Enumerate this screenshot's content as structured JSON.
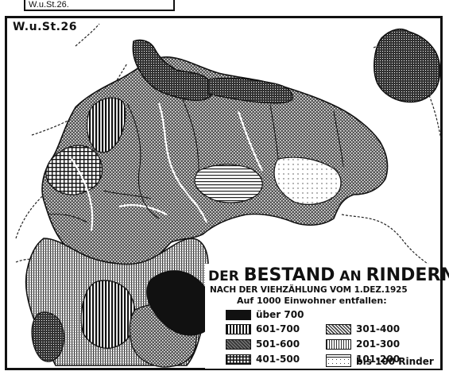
{
  "header": {
    "clipped_label": "W.u.St.26.",
    "sheet_label": "W.u.St.26"
  },
  "legend": {
    "title_part1": "DER ",
    "title_part2": "BESTAND",
    "title_part3": " AN ",
    "title_part4": "RINDERN",
    "subtitle": "NACH DER VIEHZÄHLUNG VOM 1.DEZ.1925",
    "unit_line": "Auf 1000 Einwohner entfallen:",
    "items": [
      {
        "label": "über 700",
        "pattern": "solid"
      },
      {
        "label": "601-700",
        "pattern": "vlines"
      },
      {
        "label": "501-600",
        "pattern": "dense"
      },
      {
        "label": "401-500",
        "pattern": "grid"
      },
      {
        "label": "301-400",
        "pattern": "cross"
      },
      {
        "label": "201-300",
        "pattern": "vfine"
      },
      {
        "label": "101-200",
        "pattern": "hlines"
      },
      {
        "label": "bis 100 Rinder",
        "pattern": "dots"
      }
    ]
  },
  "colors": {
    "ink": "#111111",
    "paper": "#ffffff"
  }
}
